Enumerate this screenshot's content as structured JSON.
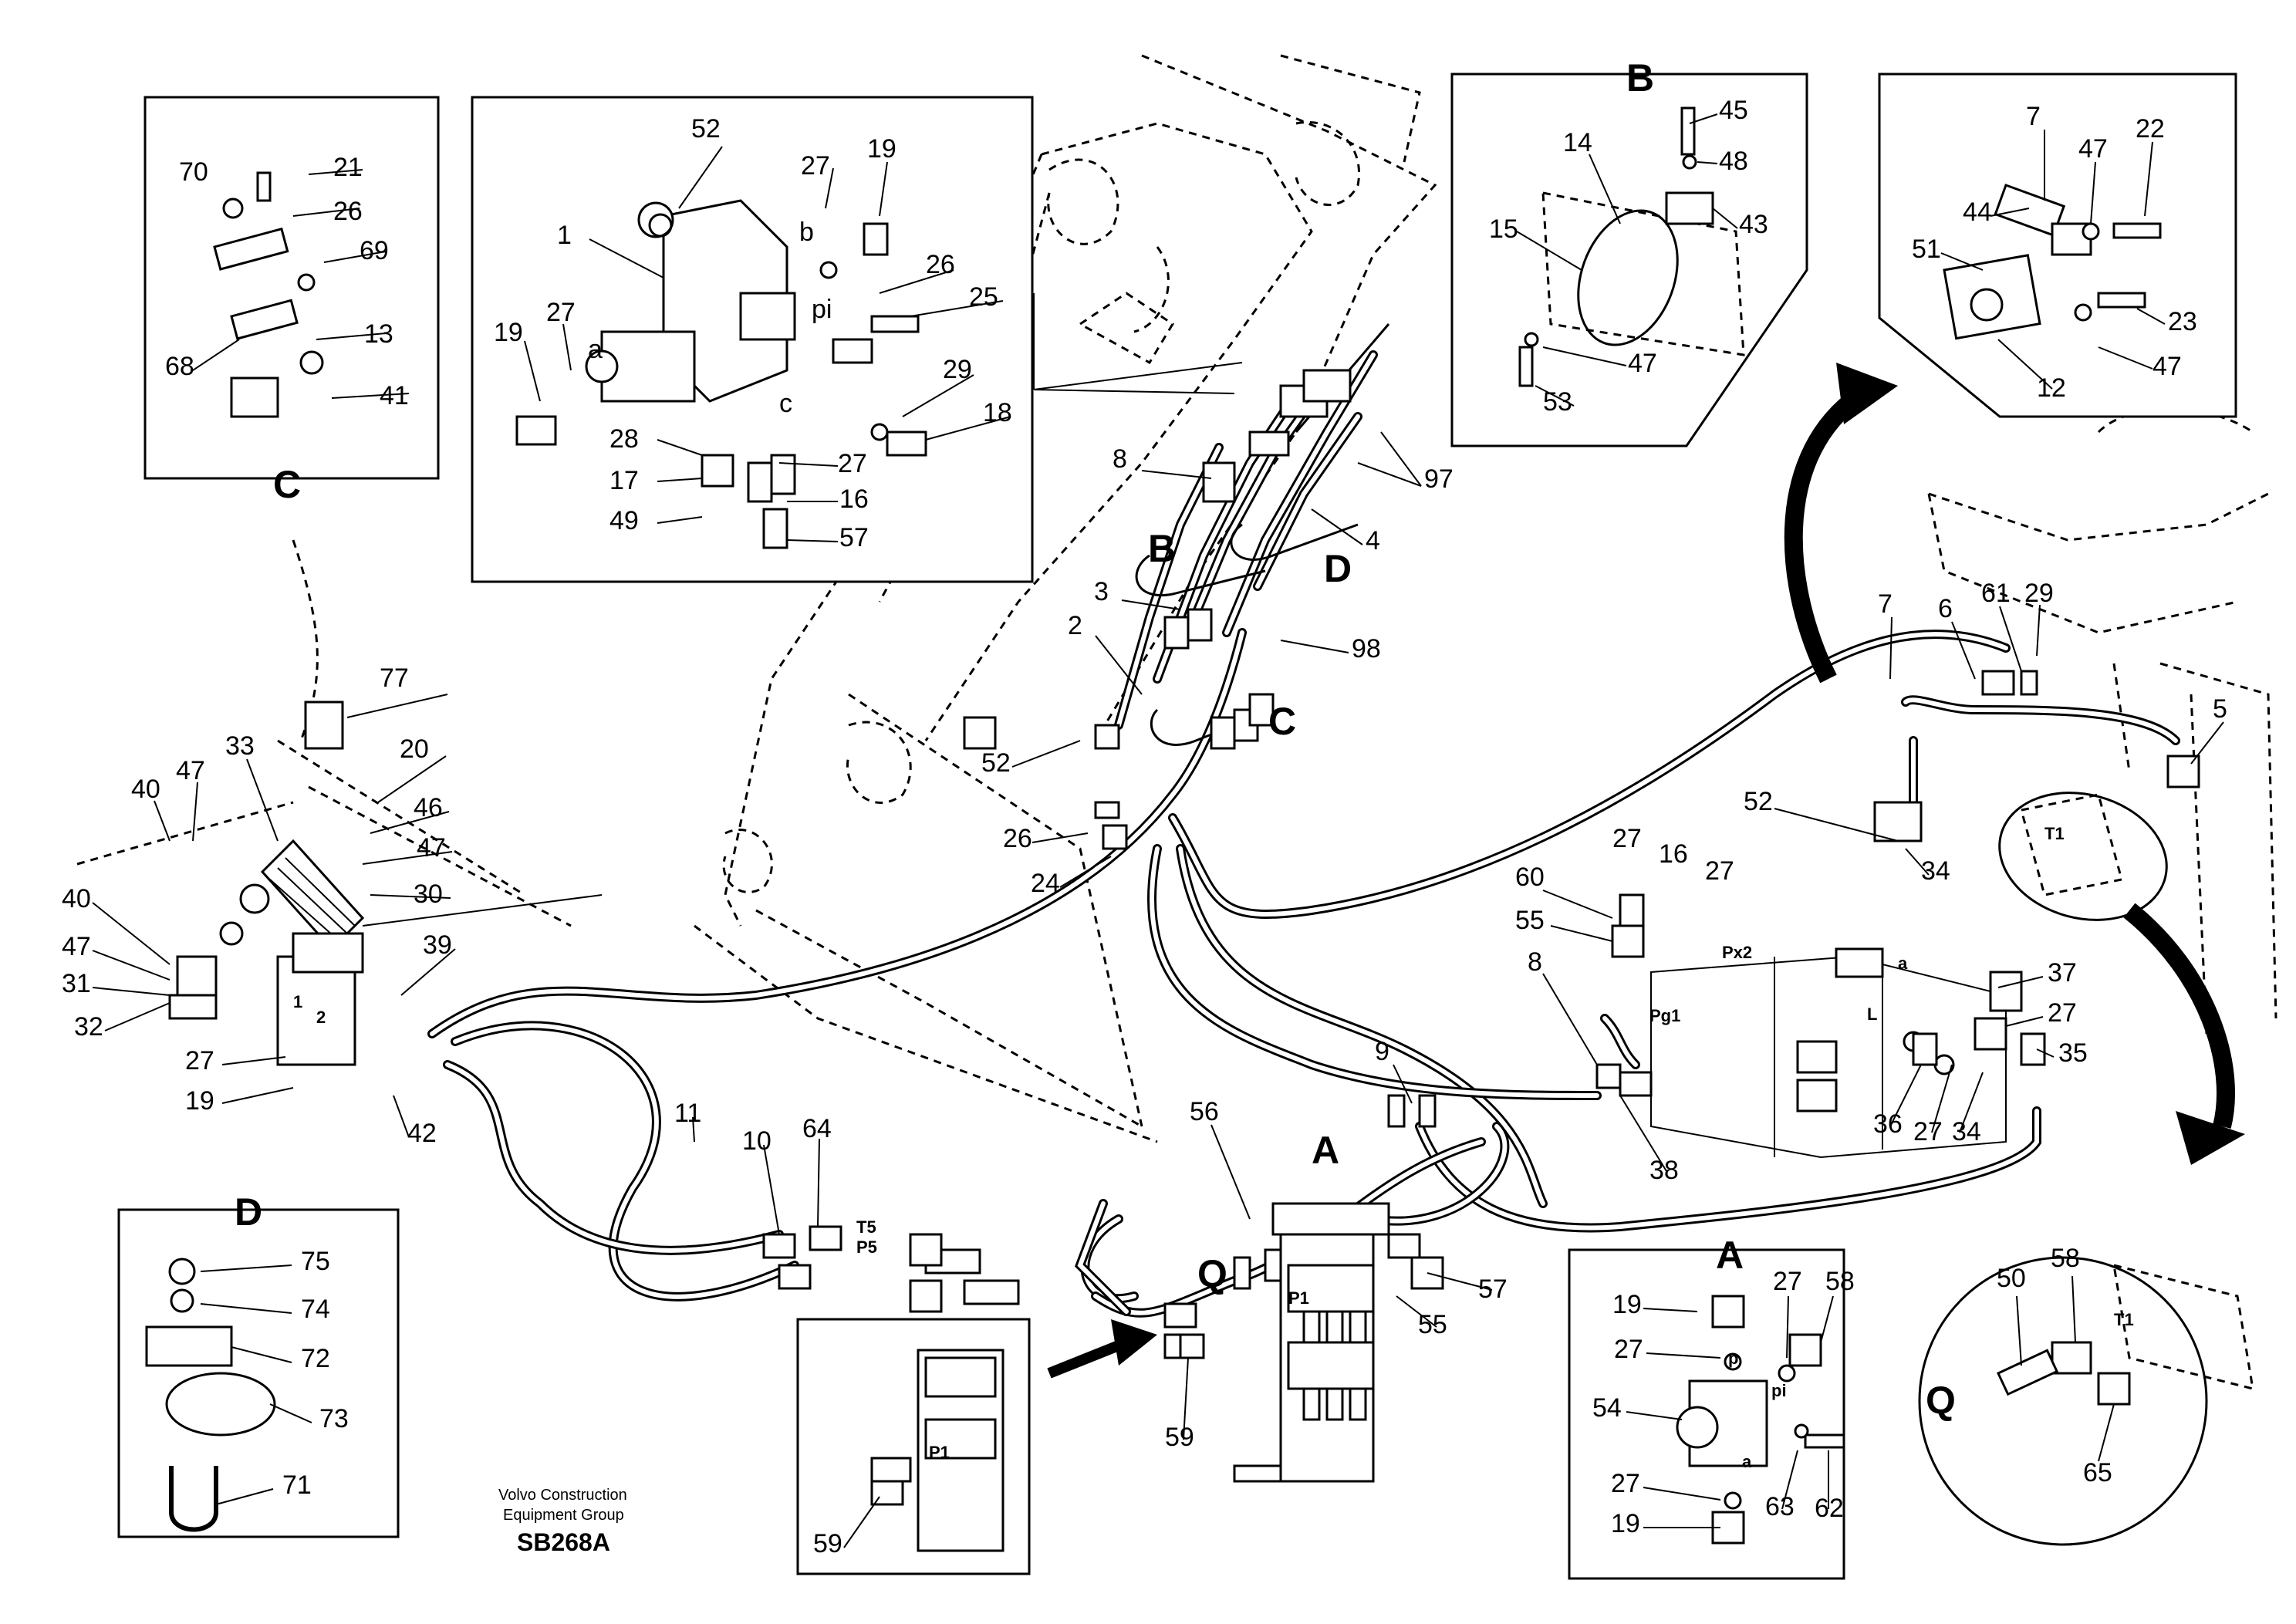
{
  "labels": {
    "detail_C_top": [
      "70",
      "21",
      "26",
      "69",
      "13",
      "68",
      "41"
    ],
    "detail_top_mid": [
      "52",
      "27",
      "19",
      "1",
      "b",
      "26",
      "pi",
      "25",
      "19",
      "27",
      "a",
      "c",
      "29",
      "18",
      "28",
      "27",
      "17",
      "16",
      "49",
      "57"
    ],
    "detail_B": [
      "45",
      "48",
      "14",
      "43",
      "15",
      "47",
      "53"
    ],
    "detail_topright": [
      "7",
      "47",
      "22",
      "44",
      "51",
      "23",
      "47",
      "12"
    ],
    "main": [
      "8",
      "97",
      "4",
      "3",
      "98",
      "2",
      "52",
      "26",
      "24",
      "7",
      "6",
      "61",
      "29",
      "5",
      "52",
      "34",
      "27",
      "16",
      "27",
      "60",
      "55",
      "37",
      "27",
      "35",
      "8",
      "38",
      "36",
      "27",
      "34",
      "9",
      "56",
      "57",
      "55",
      "59",
      "10",
      "64",
      "11",
      "77",
      "20",
      "33",
      "47",
      "40",
      "46",
      "47",
      "30",
      "40",
      "47",
      "31",
      "32",
      "39",
      "27",
      "19",
      "42"
    ],
    "detail_D": [
      "75",
      "74",
      "72",
      "73",
      "71"
    ],
    "detail_A": [
      "19",
      "27",
      "58",
      "27",
      "54",
      "27",
      "19",
      "63",
      "62"
    ],
    "detail_circle": [
      "50",
      "58",
      "65"
    ],
    "inset_P1": [
      "59"
    ]
  },
  "section_letters": {
    "B": "B",
    "C": "C",
    "D": "D",
    "A": "A"
  },
  "port_labels": {
    "px2": "Px2",
    "pg1": "Pg1",
    "t1": "T1",
    "t5": "T5",
    "p5": "P5",
    "p1": "P1",
    "a": "a",
    "b": "b",
    "pi": "pi",
    "c": "c",
    "q": "Q",
    "one": "1",
    "two": "2",
    "p": "p",
    "l": "L"
  },
  "footer": {
    "company_line1": "Volvo Construction",
    "company_line2": "Equipment Group",
    "drawing_code": "SB268A"
  }
}
